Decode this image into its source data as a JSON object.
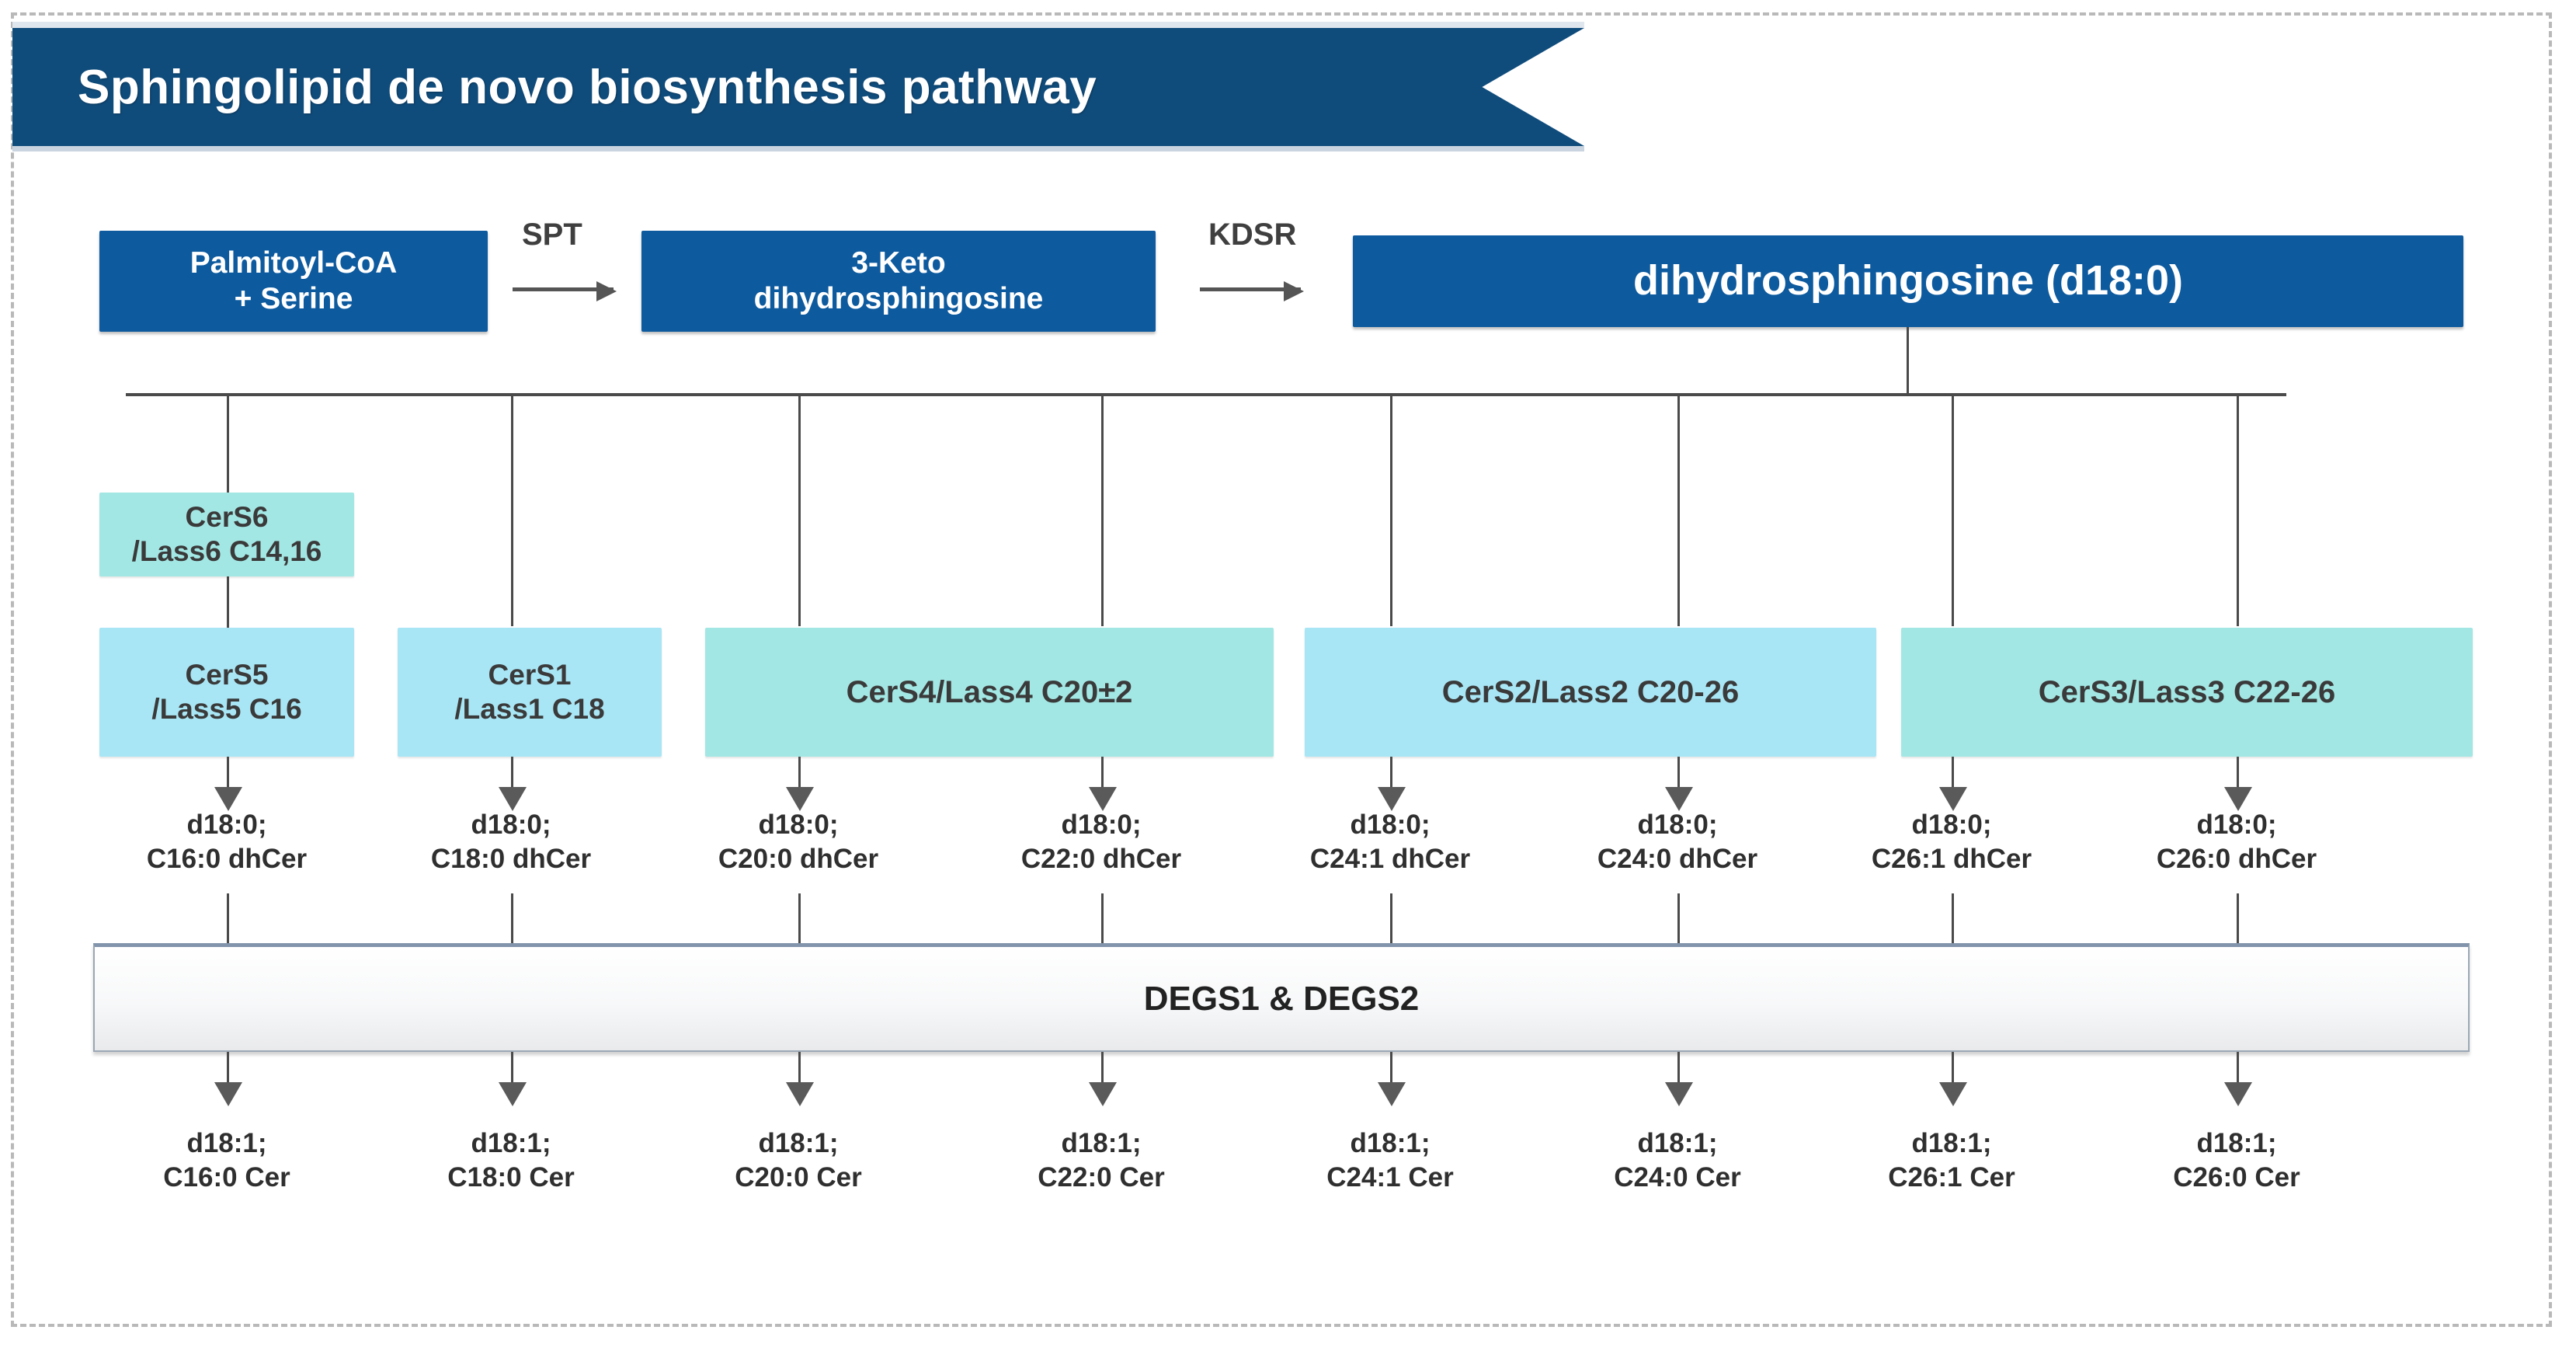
{
  "title": "Sphingolipid de novo biosynthesis pathway",
  "colors": {
    "banner": "#0f4c7c",
    "process_box": "#0d5a9e",
    "cers_light": "#a9e6f5",
    "cers_teal": "#a3e7e4",
    "connector": "#4a4a4a",
    "degs_border": "#8294ab",
    "frame_dashed": "#b9b9b9"
  },
  "top_row": {
    "substrate": {
      "line1": "Palmitoyl-CoA",
      "line2": "+ Serine"
    },
    "enzyme_1": "SPT",
    "intermediate": {
      "line1": "3-Keto",
      "line2": "dihydrosphingosine"
    },
    "enzyme_2": "KDSR",
    "product": "dihydrosphingosine (d18:0)"
  },
  "cers_boxes": [
    {
      "name": "cers6",
      "line1": "CerS6",
      "line2": "/Lass6 C14,16",
      "tone": "teal"
    },
    {
      "name": "cers5",
      "line1": "CerS5",
      "line2": "/Lass5 C16",
      "tone": "light"
    },
    {
      "name": "cers1",
      "line1": "CerS1",
      "line2": "/Lass1 C18",
      "tone": "light"
    },
    {
      "name": "cers4",
      "line1": "CerS4/Lass4 C20±2",
      "line2": "",
      "tone": "teal"
    },
    {
      "name": "cers2",
      "line1": "CerS2/Lass2 C20-26",
      "line2": "",
      "tone": "light"
    },
    {
      "name": "cers3",
      "line1": "CerS3/Lass3 C22-26",
      "line2": "",
      "tone": "teal"
    }
  ],
  "dhcer_row": [
    {
      "line1": "d18:0;",
      "line2": "C16:0 dhCer"
    },
    {
      "line1": "d18:0;",
      "line2": "C18:0 dhCer"
    },
    {
      "line1": "d18:0;",
      "line2": "C20:0 dhCer"
    },
    {
      "line1": "d18:0;",
      "line2": "C22:0 dhCer"
    },
    {
      "line1": "d18:0;",
      "line2": "C24:1 dhCer"
    },
    {
      "line1": "d18:0;",
      "line2": "C24:0 dhCer"
    },
    {
      "line1": "d18:0;",
      "line2": "C26:1 dhCer"
    },
    {
      "line1": "d18:0;",
      "line2": "C26:0 dhCer"
    }
  ],
  "desaturase_bar": "DEGS1 & DEGS2",
  "cer_row": [
    {
      "line1": "d18:1;",
      "line2": "C16:0 Cer"
    },
    {
      "line1": "d18:1;",
      "line2": "C18:0 Cer"
    },
    {
      "line1": "d18:1;",
      "line2": "C20:0 Cer"
    },
    {
      "line1": "d18:1;",
      "line2": "C22:0 Cer"
    },
    {
      "line1": "d18:1;",
      "line2": "C24:1 Cer"
    },
    {
      "line1": "d18:1;",
      "line2": "C24:0 Cer"
    },
    {
      "line1": "d18:1;",
      "line2": "C26:1 Cer"
    },
    {
      "line1": "d18:1;",
      "line2": "C26:0 Cer"
    }
  ]
}
